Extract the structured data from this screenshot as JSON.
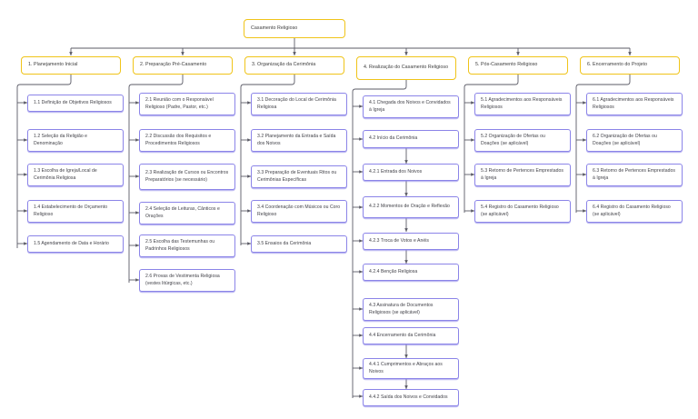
{
  "diagram": {
    "title": "Casamento Religioso",
    "root": {
      "label": "Casamento Religioso"
    },
    "colors": {
      "root_border": "#f0c419",
      "phase_border": "#f0c419",
      "task_border": "#8b84e8",
      "connector": "#5b5b66",
      "background": "#ffffff",
      "text": "#3f3f46"
    },
    "phases": [
      {
        "label": "1. Planejamento Inicial",
        "tasks": [
          {
            "label": "1.1 Definição de Objetivos Religiosos"
          },
          {
            "label": "1.2 Seleção da Religião e Denominação"
          },
          {
            "label": "1.3 Escolha de Igreja/Local de Cerimônia Religiosa"
          },
          {
            "label": "1.4 Estabelecimento de Orçamento Religioso"
          },
          {
            "label": "1.5 Agendamento de Data e Horário"
          }
        ]
      },
      {
        "label": "2. Preparação Pré-Casamento",
        "tasks": [
          {
            "label": "2.1 Reunião com o Responsável Religioso (Padre, Pastor, etc.)"
          },
          {
            "label": "2.2 Discussão dos Requisitos e Procedimentos Religiosos"
          },
          {
            "label": "2.3 Realização de Cursos ou Encontros Preparatórios (se necessário)"
          },
          {
            "label": "2.4 Seleção de Leituras, Cânticos e Orações"
          },
          {
            "label": "2.5 Escolha das Testemunhas ou Padrinhos Religiosos"
          },
          {
            "label": "2.6 Provas de Vestimenta Religiosa (vestes litúrgicas, etc.)"
          }
        ]
      },
      {
        "label": "3. Organização da Cerimônia",
        "tasks": [
          {
            "label": "3.1 Decoração do Local de Cerimônia Religiosa"
          },
          {
            "label": "3.2 Planejamento da Entrada e Saída dos Noivos"
          },
          {
            "label": "3.3 Preparação de Eventuais Ritos ou Cerimônias Específicas"
          },
          {
            "label": "3.4 Coordenação com Músicos ou Coro Religioso"
          },
          {
            "label": "3.5 Ensaios da Cerimônia"
          }
        ]
      },
      {
        "label": "4. Realização do Casamento Religioso",
        "tasks": [
          {
            "label": "4.1 Chegada dos Noivos e Convidados à Igreja"
          },
          {
            "label": "4.2 Início da Cerimônia"
          },
          {
            "label": "4.2.1 Entrada dos Noivos"
          },
          {
            "label": "4.2.2 Momentos de Oração e Reflexão"
          },
          {
            "label": "4.2.3 Troca de Votos e Anéis"
          },
          {
            "label": "4.2.4 Benção Religiosa"
          },
          {
            "label": "4.3 Assinatura de Documentos Religiosos (se aplicável)"
          },
          {
            "label": "4.4 Encerramento da Cerimônia"
          },
          {
            "label": "4.4.1 Cumprimentos e Abraços aos Noivos"
          },
          {
            "label": "4.4.2 Saída dos Noivos e Convidados"
          }
        ]
      },
      {
        "label": "5. Pós-Casamento Religioso",
        "tasks": [
          {
            "label": "5.1 Agradecimentos aos Responsáveis Religiosos"
          },
          {
            "label": "5.2 Organização de Ofertas ou Doações (se aplicável)"
          },
          {
            "label": "5.3 Retorno de Pertences Emprestados à Igreja"
          },
          {
            "label": "5.4 Registro do Casamento Religioso (se aplicável)"
          }
        ]
      },
      {
        "label": "6. Encerramento do Projeto",
        "tasks": [
          {
            "label": "6.1 Agradecimentos aos Responsáveis Religiosos"
          },
          {
            "label": "6.2 Organização de Ofertas ou Doações (se aplicável)"
          },
          {
            "label": "6.3 Retorno de Pertences Emprestados à Igreja"
          },
          {
            "label": "6.4 Registro do Casamento Religioso (se aplicável)"
          }
        ]
      }
    ]
  }
}
